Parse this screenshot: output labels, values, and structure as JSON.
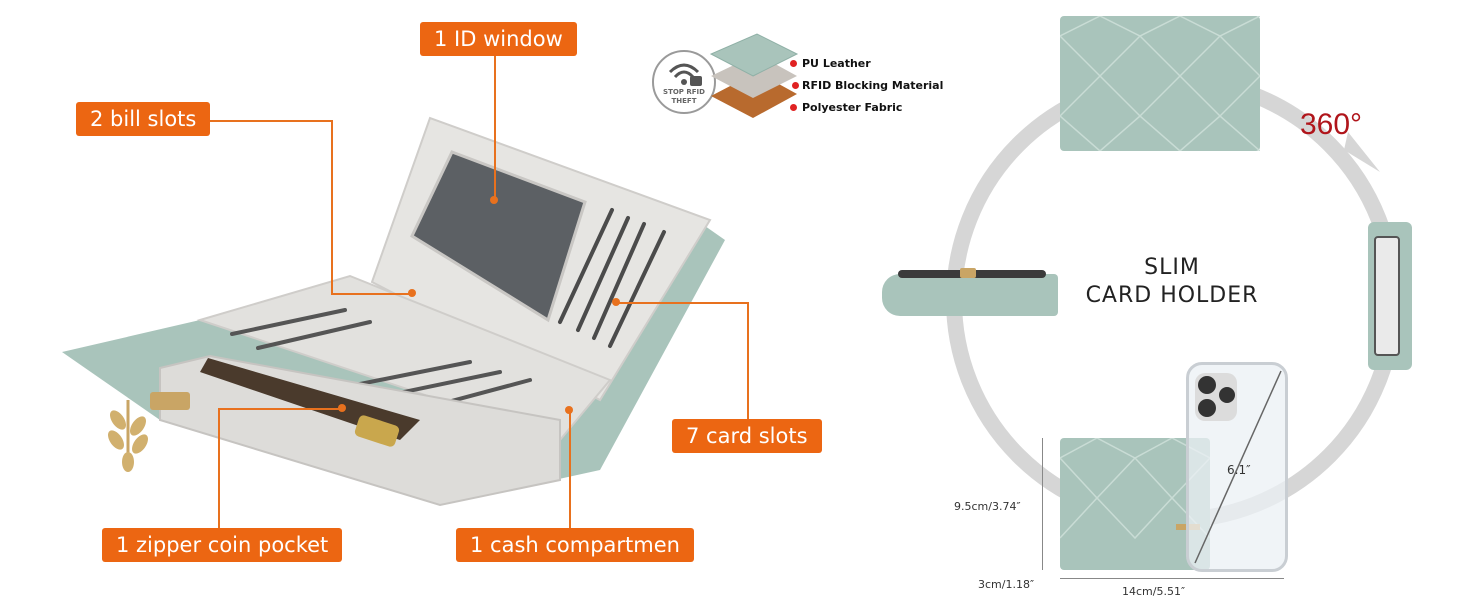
{
  "features": {
    "id_window": "1 ID window",
    "bill_slots": "2 bill slots",
    "card_slots": "7 card slots",
    "zipper_pocket": "1 zipper coin pocket",
    "cash_compartment": "1 cash compartmen"
  },
  "rfid": {
    "badge_line1": "STOP RFID",
    "badge_line2": "THEFT",
    "layers": [
      "PU Leather",
      "RFID Blocking Material",
      "Polyester Fabric"
    ]
  },
  "product": {
    "title_line1": "SLIM",
    "title_line2": "CARD HOLDER",
    "rotation": "360°",
    "phone_size": "6.1″",
    "height": "9.5cm/3.74″",
    "depth": "3cm/1.18″",
    "width": "14cm/5.51″"
  },
  "colors": {
    "accent": "#ec6612",
    "wallet_green": "#a9c4bb",
    "wallet_inner": "#e4e3e0",
    "rotation_red": "#b0151b"
  }
}
